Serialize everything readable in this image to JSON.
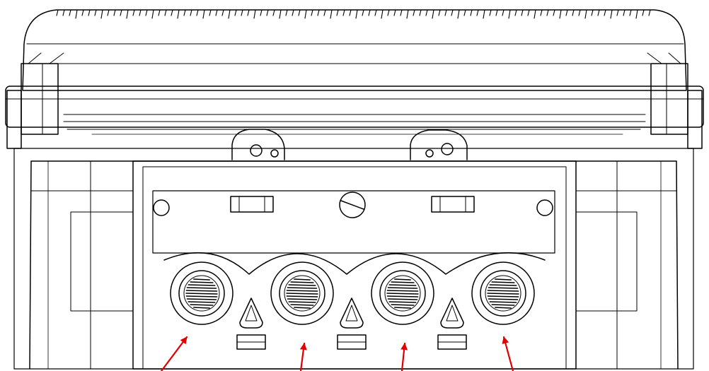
{
  "diagram": {
    "subject": "enclosure-bottom-view",
    "line_color": "#000000",
    "background_color": "#ffffff",
    "arrow_color": "#e00000",
    "cable_gland_holes": 4,
    "triangular_vents": 3,
    "arrows": 4,
    "rounded_ribs": 4,
    "icons": [
      "enclosure-lid-icon",
      "hinge-icon",
      "screw-icon",
      "cable-gland-icon",
      "vent-icon",
      "arrow-icon"
    ]
  }
}
